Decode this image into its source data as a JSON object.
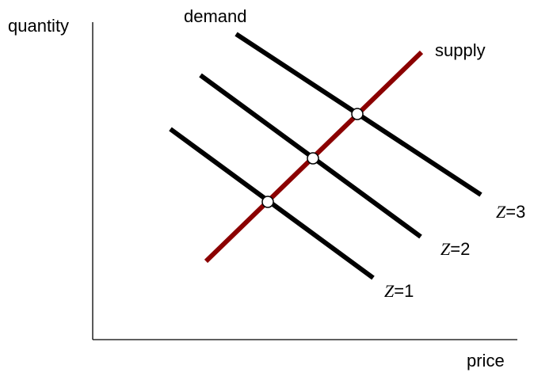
{
  "axes": {
    "y_label": "quantity",
    "x_label": "price"
  },
  "labels": {
    "demand": "demand",
    "supply": "supply"
  },
  "curves": {
    "demand": [
      {
        "var": "Z",
        "eq": "=1"
      },
      {
        "var": "Z",
        "eq": "=2"
      },
      {
        "var": "Z",
        "eq": "=3"
      }
    ]
  },
  "colors": {
    "demand": "#000000",
    "supply": "#8b0000",
    "axis": "#000000",
    "marker_fill": "#ffffff"
  }
}
